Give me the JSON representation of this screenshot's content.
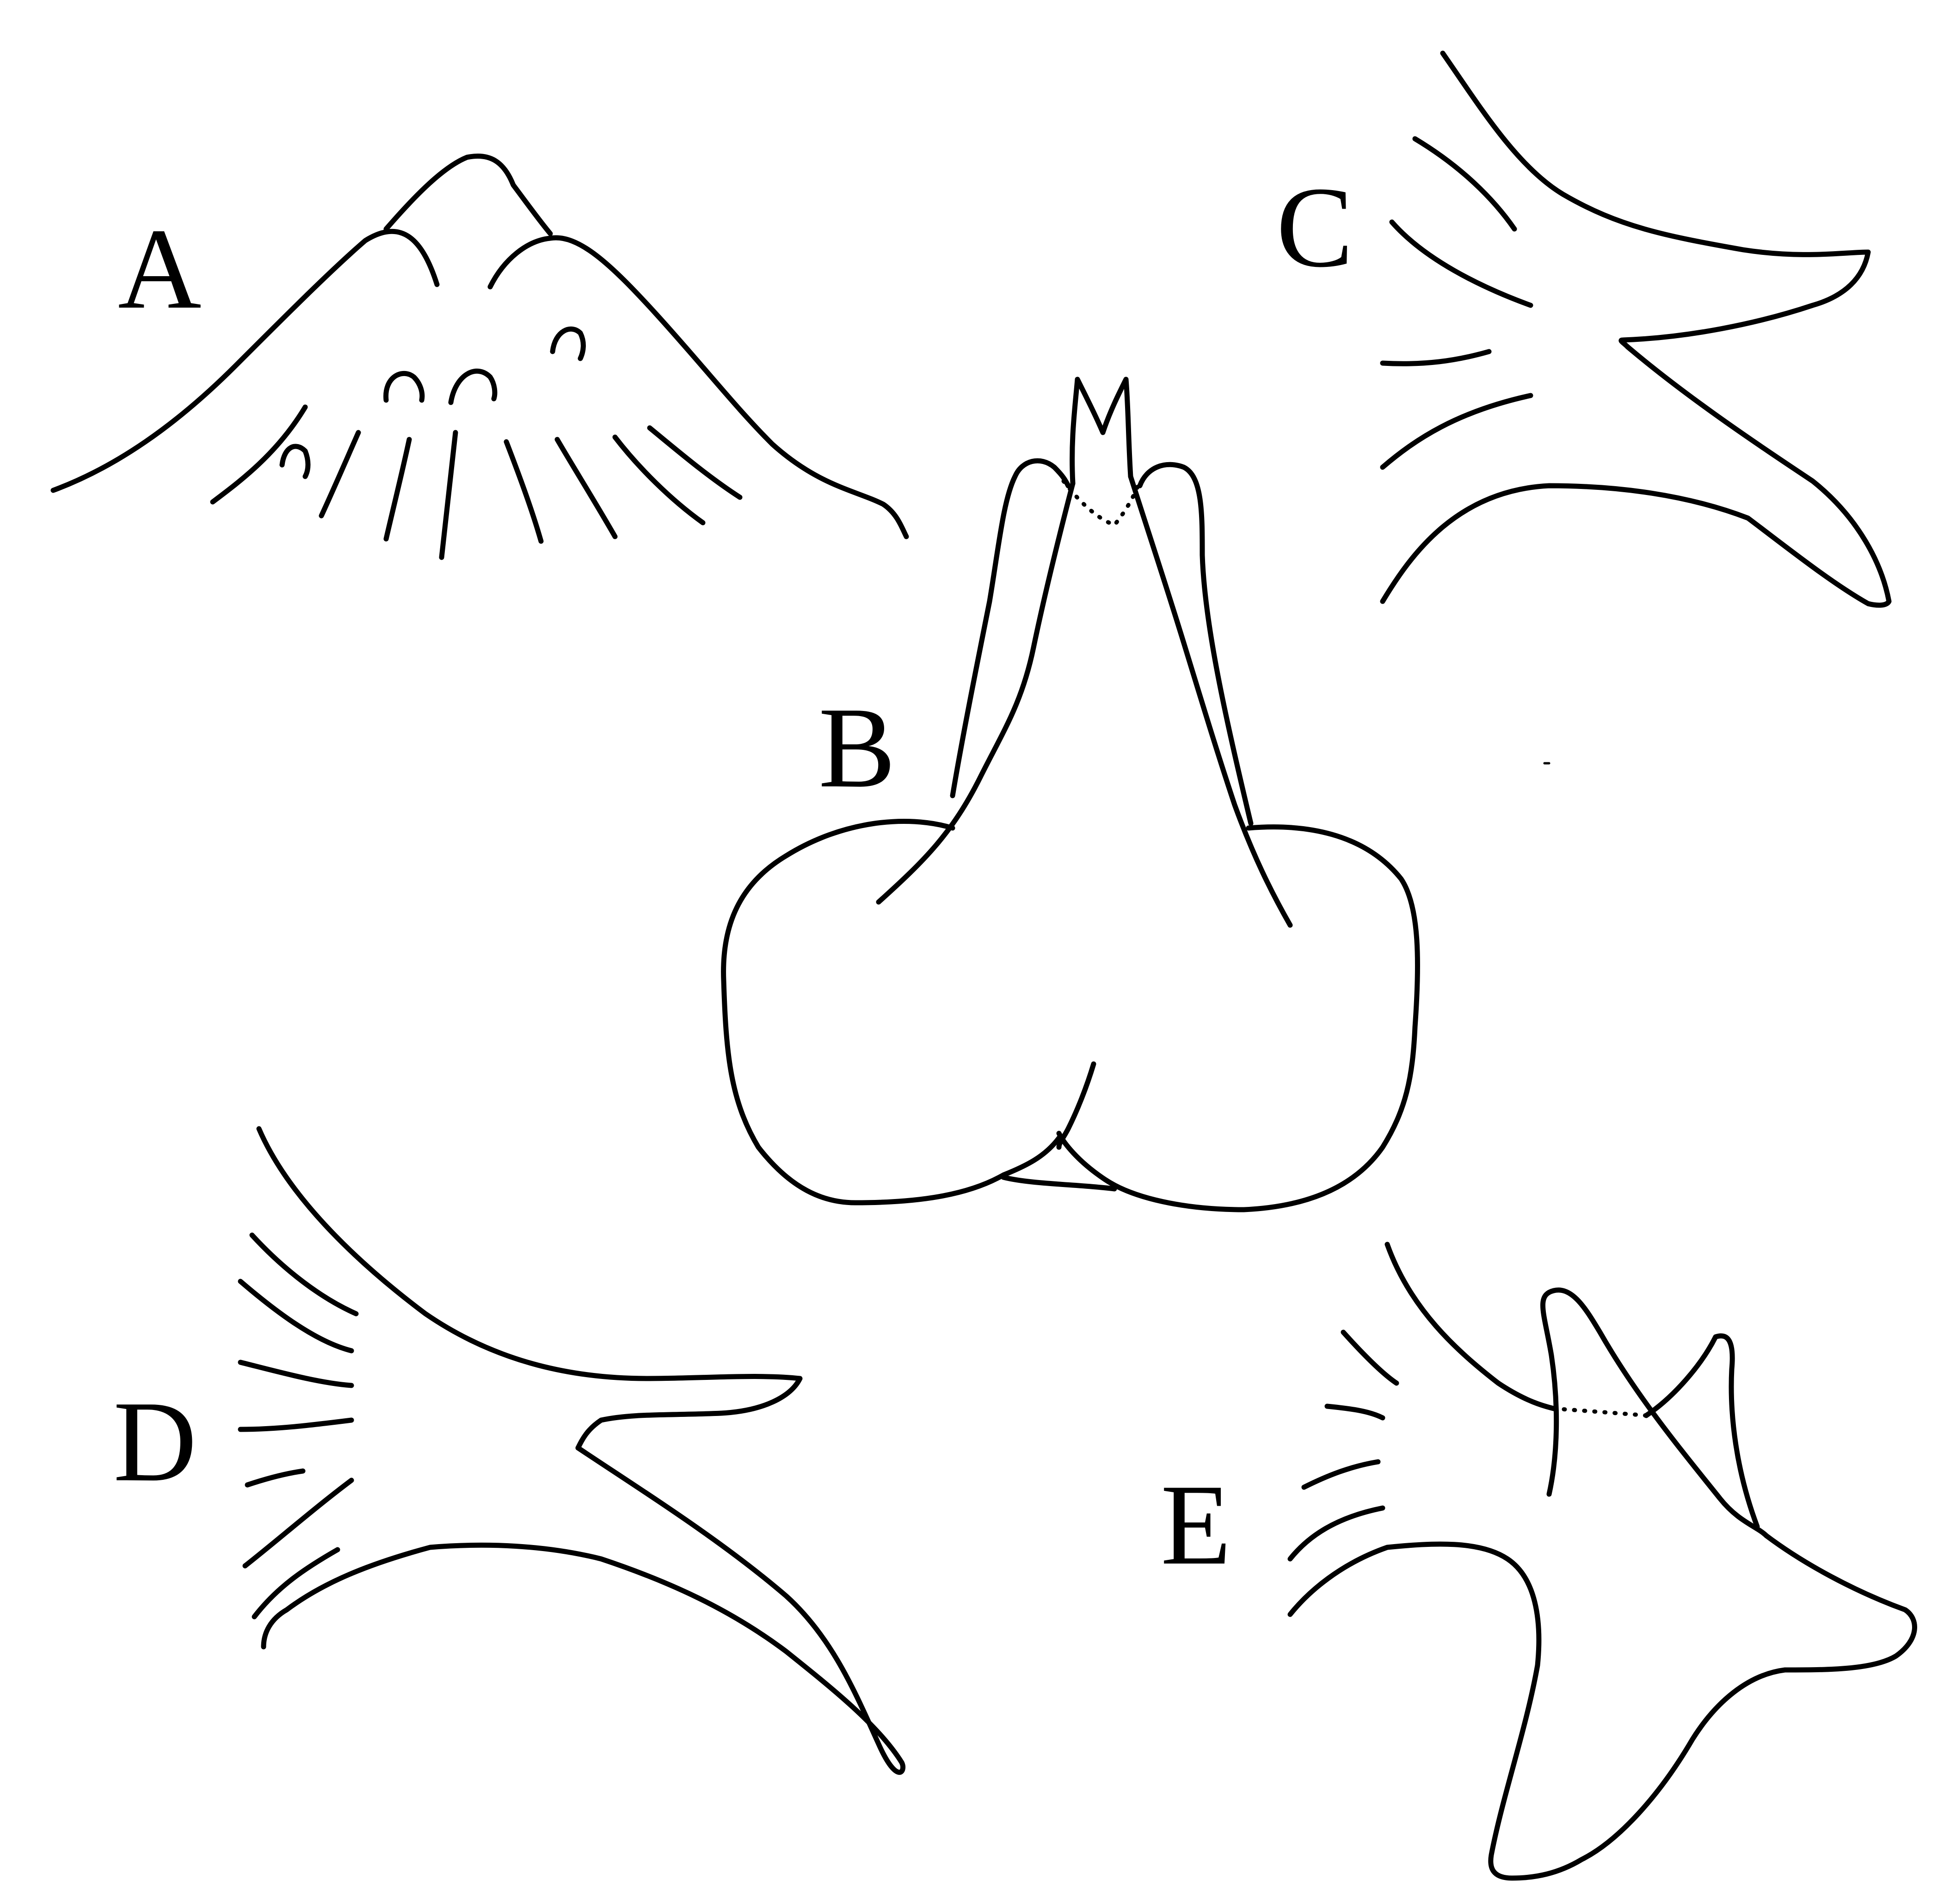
{
  "figure": {
    "panels": [
      {
        "id": "A",
        "label": "A"
      },
      {
        "id": "B",
        "label": "B"
      },
      {
        "id": "C",
        "label": "C"
      },
      {
        "id": "D",
        "label": "D"
      },
      {
        "id": "E",
        "label": "E"
      }
    ],
    "colors": {
      "ink": "#000000",
      "background": "#ffffff"
    }
  }
}
